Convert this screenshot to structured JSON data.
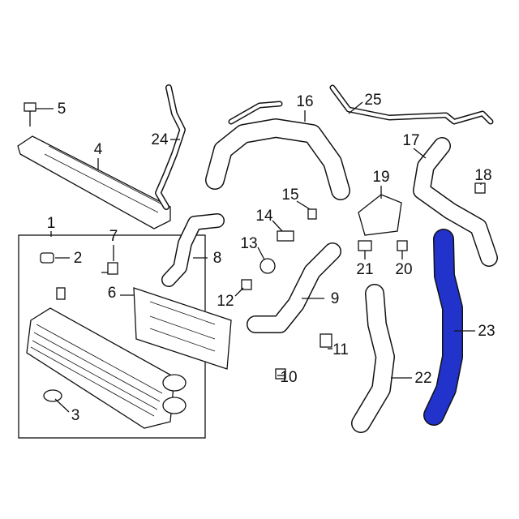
{
  "diagram": {
    "highlight_color": "#2233cc",
    "highlighted_part": "23",
    "callouts": [
      {
        "id": "1",
        "label": "1"
      },
      {
        "id": "2",
        "label": "2"
      },
      {
        "id": "3",
        "label": "3"
      },
      {
        "id": "4",
        "label": "4"
      },
      {
        "id": "5",
        "label": "5"
      },
      {
        "id": "6",
        "label": "6"
      },
      {
        "id": "7",
        "label": "7"
      },
      {
        "id": "8",
        "label": "8"
      },
      {
        "id": "9",
        "label": "9"
      },
      {
        "id": "10",
        "label": "10"
      },
      {
        "id": "11",
        "label": "11"
      },
      {
        "id": "12",
        "label": "12"
      },
      {
        "id": "13",
        "label": "13"
      },
      {
        "id": "14",
        "label": "14"
      },
      {
        "id": "15",
        "label": "15"
      },
      {
        "id": "16",
        "label": "16"
      },
      {
        "id": "17",
        "label": "17"
      },
      {
        "id": "18",
        "label": "18"
      },
      {
        "id": "19",
        "label": "19"
      },
      {
        "id": "20",
        "label": "20"
      },
      {
        "id": "21",
        "label": "21"
      },
      {
        "id": "22",
        "label": "22"
      },
      {
        "id": "23",
        "label": "23"
      },
      {
        "id": "24",
        "label": "24"
      },
      {
        "id": "25",
        "label": "25"
      }
    ]
  }
}
